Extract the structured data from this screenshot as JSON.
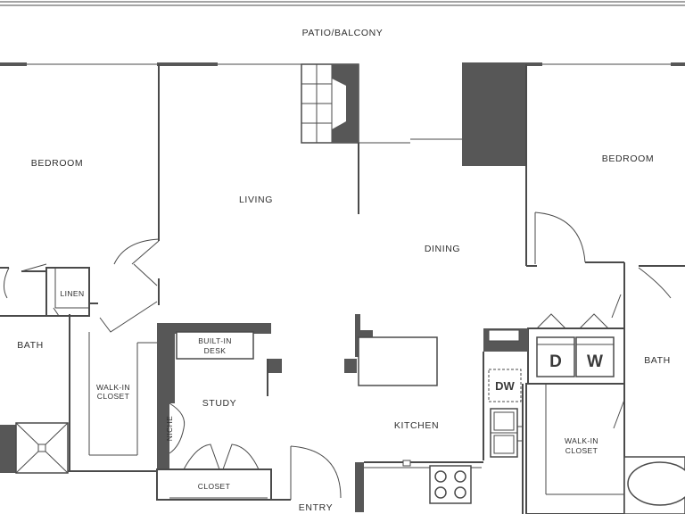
{
  "rooms": {
    "patio": "PATIO/BALCONY",
    "bedroom_left": "BEDROOM",
    "bedroom_right": "BEDROOM",
    "living": "LIVING",
    "dining": "DINING",
    "linen": "LINEN",
    "bath_left": "BATH",
    "bath_right": "BATH",
    "walkin_closet_left_1": "WALK-IN",
    "walkin_closet_left_2": "CLOSET",
    "builtin_desk_1": "BUILT-IN",
    "builtin_desk_2": "DESK",
    "study": "STUDY",
    "niche": "NICHE",
    "closet": "CLOSET",
    "kitchen": "KITCHEN",
    "entry": "ENTRY",
    "walkin_closet_right_1": "WALK-IN",
    "walkin_closet_right_2": "CLOSET"
  },
  "appliances": {
    "dishwasher": "DW",
    "dryer": "D",
    "washer": "W"
  }
}
